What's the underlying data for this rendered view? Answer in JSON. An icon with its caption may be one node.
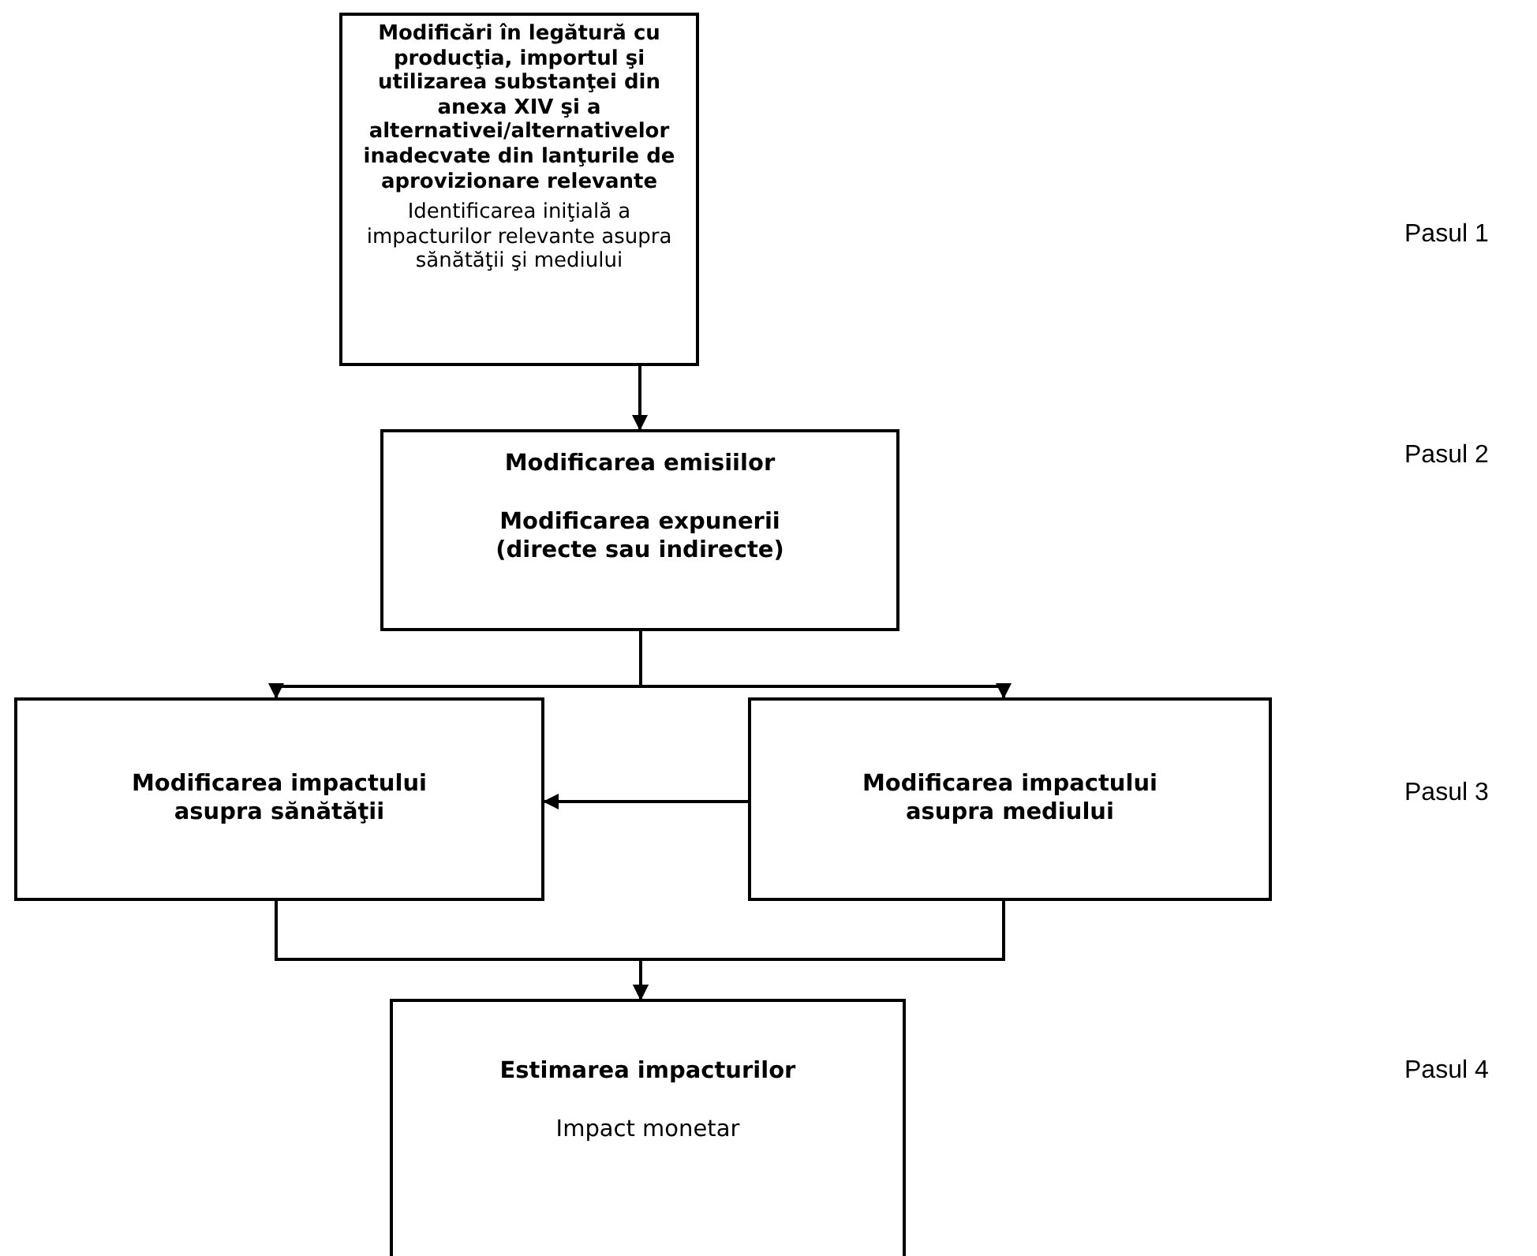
{
  "diagram": {
    "nodes": [
      {
        "text": [
          "Modificări în legătură cu producţia, importul şi utilizarea substanţei din anexa XIV şi a alternativei/alternativelor inadecvate din lanţurile de aprovizionare relevante",
          "Identificarea iniţială a impacturilor relevante asupra sănătăţii şi mediului"
        ]
      },
      {
        "text": [
          "Modificarea emisiilor",
          "Modificarea expunerii (directe sau indirecte)"
        ]
      },
      {
        "text": [
          "Modificarea impactului asupra sănătăţii"
        ]
      },
      {
        "text": [
          "Modificarea impactului asupra mediului"
        ]
      },
      {
        "text": [
          "Estimarea impacturilor",
          "Impact monetar"
        ]
      }
    ],
    "edges": [
      {
        "from": 0,
        "to": 1,
        "arrow": "to"
      },
      {
        "from": 1,
        "to": 2,
        "arrow": "to"
      },
      {
        "from": 1,
        "to": 3,
        "arrow": "to"
      },
      {
        "from": 3,
        "to": 2,
        "arrow": "to"
      },
      {
        "from": 2,
        "to": 4,
        "arrow": "to"
      },
      {
        "from": 3,
        "to": 4,
        "arrow": "to"
      }
    ],
    "labels": [
      "Pasul 1",
      "Pasul 2",
      "Pasul 3",
      "Pasul 4"
    ]
  }
}
